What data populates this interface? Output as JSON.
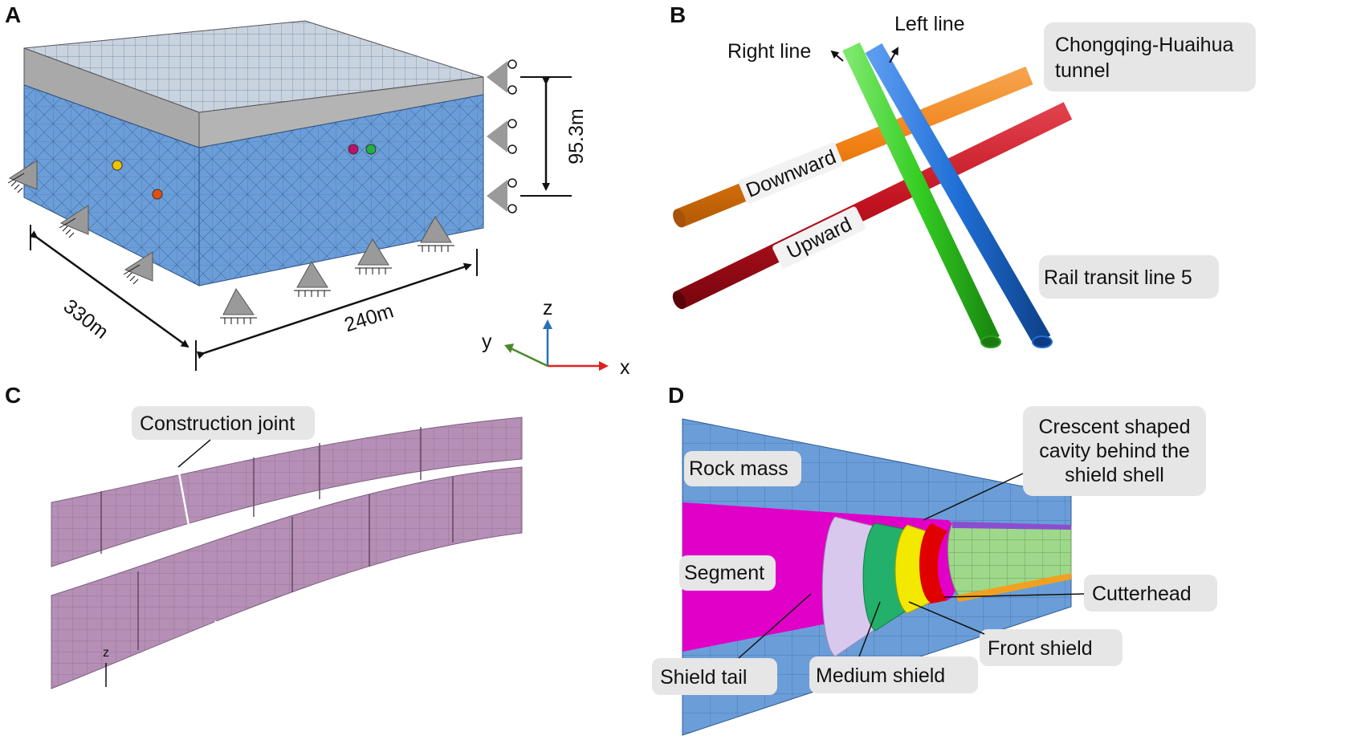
{
  "panels": {
    "a": {
      "letter": "A",
      "height_label": "95.3m",
      "length_label": "330m",
      "width_label": "240m",
      "axes": {
        "x": "x",
        "y": "y",
        "z": "z"
      },
      "colors": {
        "soil": "#6b9ed8",
        "top": "#c9d3e0",
        "layer": "#a9a9a9",
        "support": "#9a9a9a"
      }
    },
    "b": {
      "letter": "B",
      "right_line": "Right line",
      "left_line": "Left line",
      "tunnel_name": "Chongqing-Huaihua tunnel",
      "tunnel_name_l1": "Chongqing-Huaihua",
      "tunnel_name_l2": "tunnel",
      "downward": "Downward",
      "upward": "Upward",
      "rail_line": "Rail transit line 5",
      "colors": {
        "downward": "#f07f13",
        "upward": "#c0121f",
        "right": "#33cc22",
        "left": "#1f6fd6"
      }
    },
    "c": {
      "letter": "C",
      "joint_label": "Construction joint",
      "axis_z": "z",
      "colors": {
        "tube": "#b58fb6"
      }
    },
    "d": {
      "letter": "D",
      "rock_mass": "Rock mass",
      "cavity_l1": "Crescent shaped",
      "cavity_l2": "cavity behind the",
      "cavity_l3": "shield shell",
      "segment": "Segment",
      "cutterhead": "Cutterhead",
      "front_shield": "Front shield",
      "medium_shield": "Medium shield",
      "shield_tail": "Shield tail",
      "colors": {
        "rock": "#6b9ed8",
        "segment": "#e000c8",
        "tail": "#d8c8ee",
        "medium": "#22b06a",
        "front": "#f2e800",
        "cutter": "#e00000",
        "core": "#9ed88a"
      }
    }
  }
}
